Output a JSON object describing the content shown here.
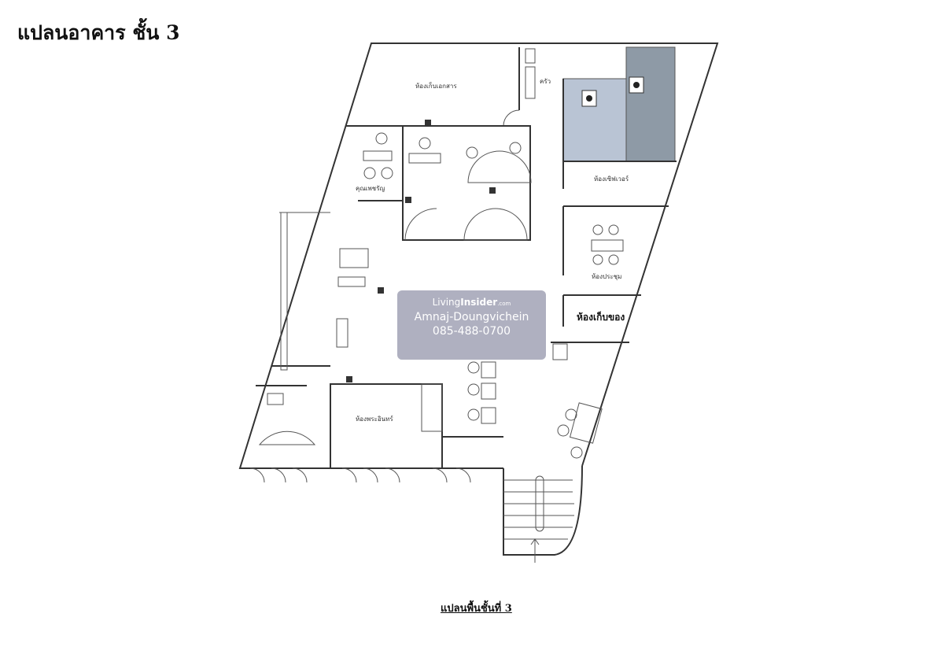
{
  "title": "แปลนอาคาร ชั้น 3",
  "caption": "แปลนพื้นชั้นที่ 3",
  "rooms": {
    "document_room": "ห้องเก็บเอกสาร",
    "kitchen": "ครัว",
    "server_room": "ห้องเซิฟเวอร์",
    "person_office": "คุณเพชรัญ",
    "meeting_room": "ห้องประชุม",
    "storage_room": "ห้องเก็บของ",
    "shrine_room": "ห้องพระอินทร์"
  },
  "watermark": {
    "brand_a": "Living",
    "brand_b": "Insider",
    "brand_c": ".com",
    "name": "Amnaj-Doungvichein",
    "phone": "085-488-0700"
  }
}
